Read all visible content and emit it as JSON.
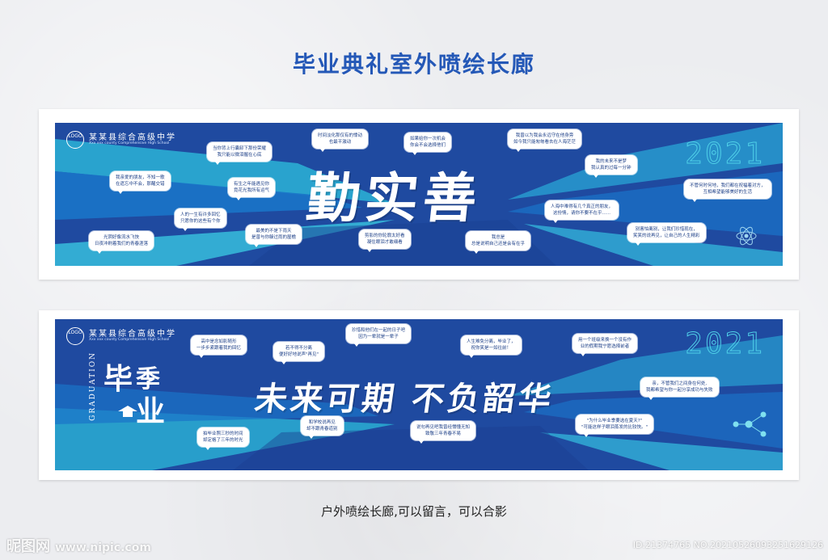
{
  "page": {
    "title": "毕业典礼室外喷绘长廊",
    "caption": "户外喷绘长廊,可以留言，可以合影"
  },
  "watermark": {
    "logo_text": "昵图网",
    "url": "www.nipic.com",
    "id_text": "ID:21374765 NO:20210526093251629126"
  },
  "colors": {
    "title_blue": "#2458b7",
    "banner_blue": "#1f4aa0",
    "accent_cyan": "#4fd0e8",
    "bubble_text": "#1c3f87"
  },
  "banner1": {
    "school_name": "某某县综合高级中学",
    "school_sub": "Xxx xxx county Comprehensive High School",
    "logo_text": "LOGO",
    "year": "2021",
    "slogan": "勤实善",
    "bubbles": [
      {
        "l1": "当你背上行囊卸下那份荣耀",
        "l2": "我只能以微泪握在心底"
      },
      {
        "l1": "时间淡化那仅有的悸动",
        "l2": "也最平激动"
      },
      {
        "l1": "如果给你一次机会",
        "l2": "你会不会选择他们"
      },
      {
        "l1": "我曾以为我会永远守在他身旁",
        "l2": "如今我只能匆匆看去在人海茫茫"
      },
      {
        "l1": "我亲爱的朋友，不知一歌",
        "l2": "在遗忘中不会，那醒交错"
      },
      {
        "l1": "有生之年能遇见你",
        "l2": "竟花光我所有运气"
      },
      {
        "l1": "我的未来不是梦",
        "l2": "我认真的过每一分钟"
      },
      {
        "l1": "不管何时何地，我们都在祝福着对方，",
        "l2": "互相希望能够美好的生活"
      },
      {
        "l1": "人的一生有许多回忆",
        "l2": "只愿你的这些有个你"
      },
      {
        "l1": "人海中难得有几个真正的朋友，",
        "l2": "这份情，请你不要不在乎......"
      },
      {
        "l1": "光阴好像流水飞快",
        "l2": "日夜冲刷着我们的青春涯落"
      },
      {
        "l1": "最美的不是下雨天",
        "l2": "是曾与你躲过雨的屋檐"
      },
      {
        "l1": "剪影的你轮廓太好看",
        "l2": "凝住眼泪才敢细看"
      },
      {
        "l1": "我总是",
        "l2": "总是说明自己还是会有在乎"
      },
      {
        "l1": "别害怕离别，让我们珍惜现在，",
        "l2": "笑笑的说再见，让自己的人生精彩"
      }
    ]
  },
  "banner2": {
    "school_name": "某某县综合高级中学",
    "school_sub": "Xxx xxx county Comprehensive High School",
    "logo_text": "LOGO",
    "year": "2021",
    "grad_chars": [
      "毕",
      "季",
      "业"
    ],
    "grad_en": "GRADUATION",
    "slogan": "未来可期  不负韶华",
    "bubbles": [
      {
        "l1": "高中是念如影随形",
        "l2": "一步步紧跟着我的回忆"
      },
      {
        "l1": "珍惜和他们在一起的日子吧",
        "l2": "因为一辈就是一辈子"
      },
      {
        "l1": "若不得不分离",
        "l2": "便好好地说声\"再见\""
      },
      {
        "l1": "人生难免分离，毕业了，",
        "l2": "祝你笑是一如往前！"
      },
      {
        "l1": "用一个班级来换一个没有作",
        "l2": "业的假期我宁愿选择前者"
      },
      {
        "l1": "亲，不管我们之间身在何处,",
        "l2": "我都希望与你一起分享成功与失败"
      },
      {
        "l1": "和学校说再见",
        "l2": "却不跟青春道别"
      },
      {
        "l1": "说句再见吧我曾经懵懂无知",
        "l2": "致敬三年青春不易"
      },
      {
        "l1": "\"为什么毕业季要选在夏天?\"",
        "l2": "\"可能这样子眼泪蒸发的比较快。\""
      },
      {
        "l1": "拍毕业照三秒的时间",
        "l2": "却定格了三年的时光"
      }
    ]
  }
}
